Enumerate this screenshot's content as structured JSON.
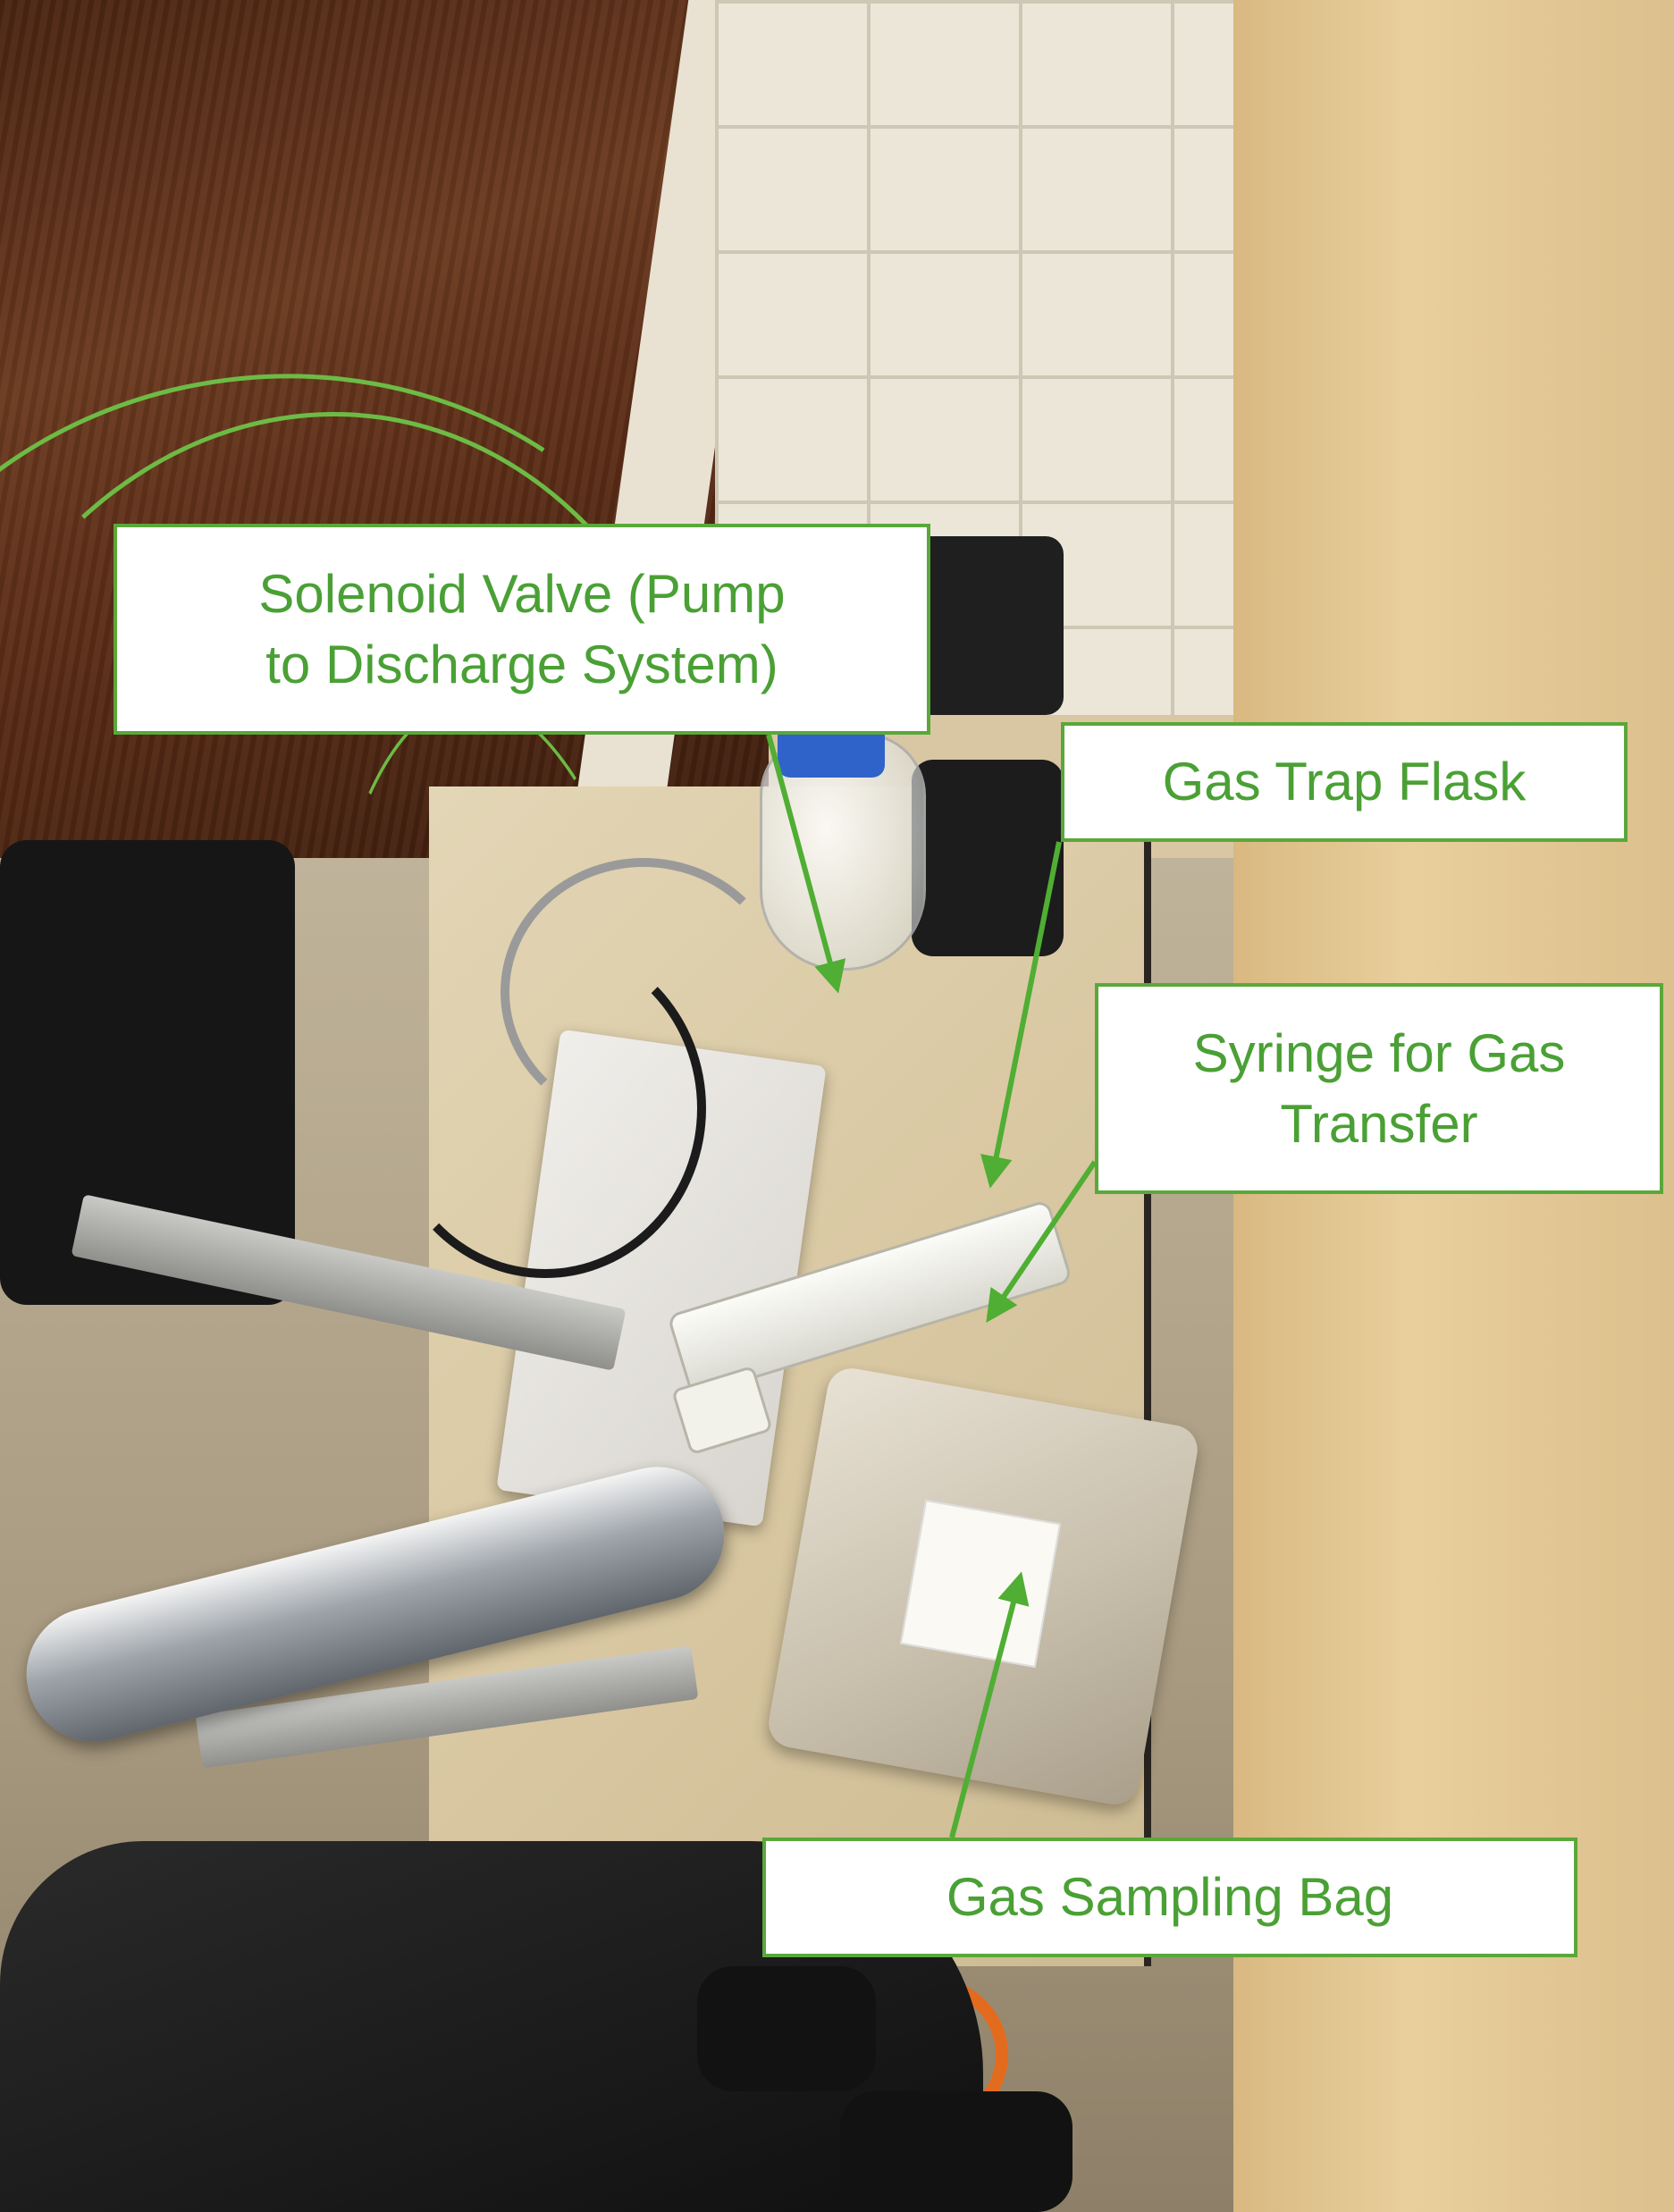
{
  "image": {
    "description_free": true
  },
  "colors": {
    "callout_border": "#5aa83a",
    "callout_text": "#4aa035",
    "callout_fill": "#ffffff",
    "arrow": "#4fae33"
  },
  "callouts": {
    "solenoid": {
      "label": "Solenoid Valve (Pump\nto Discharge System)"
    },
    "gas_trap": {
      "label": "Gas Trap Flask"
    },
    "syringe": {
      "label": "Syringe for Gas\nTransfer"
    },
    "bag": {
      "label": "Gas Sampling Bag"
    }
  }
}
